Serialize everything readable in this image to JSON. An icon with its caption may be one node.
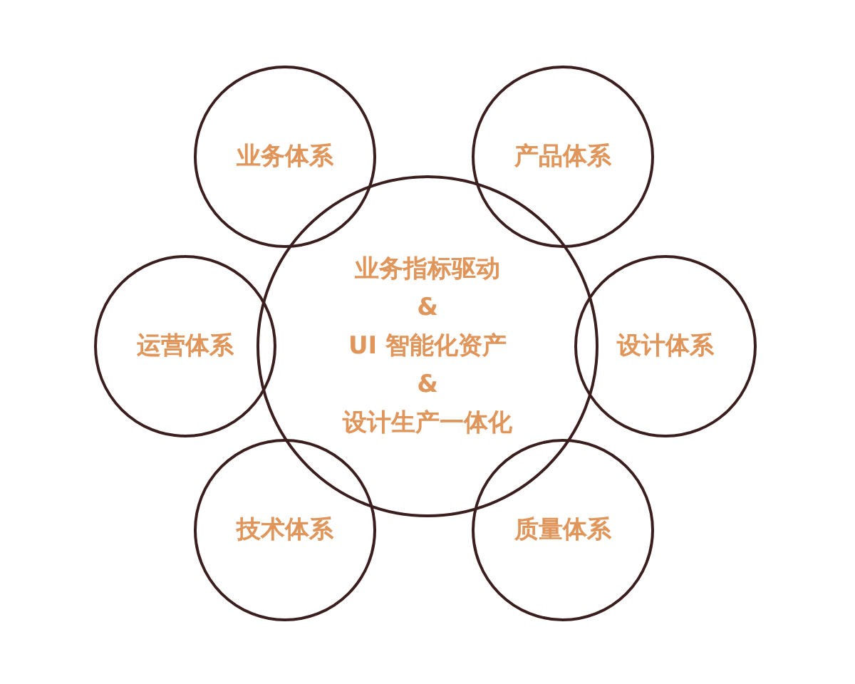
{
  "diagram": {
    "nodes": [
      {
        "text": [
          "业务指标驱动",
          "&",
          "UI 智能化资产",
          "&",
          "设计生产一体化"
        ]
      },
      {
        "text": [
          "业务体系"
        ]
      },
      {
        "text": [
          "产品体系"
        ]
      },
      {
        "text": [
          "运营体系"
        ]
      },
      {
        "text": [
          "设计体系"
        ]
      },
      {
        "text": [
          "技术体系"
        ]
      },
      {
        "text": [
          "质量体系"
        ]
      }
    ]
  }
}
